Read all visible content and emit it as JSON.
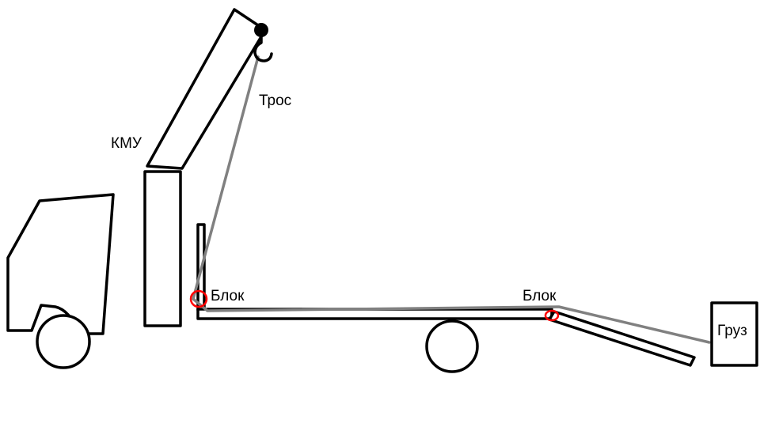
{
  "diagram": {
    "labels": {
      "crane": "КМУ",
      "cable": "Трос",
      "pulley_left": "Блок",
      "pulley_right": "Блок",
      "cargo": "Груз"
    },
    "colors": {
      "outline": "#000000",
      "cable": "#808080",
      "pulley": "#ff0000",
      "background": "#ffffff"
    },
    "icons": {
      "hook": "crane-hook-icon"
    }
  }
}
